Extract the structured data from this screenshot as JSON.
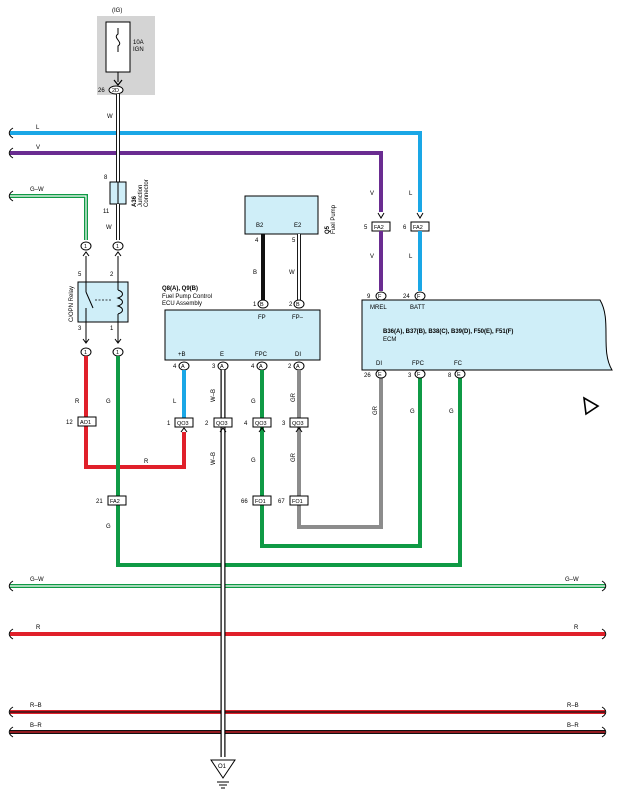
{
  "colors": {
    "light_blue": "#1aa7e6",
    "violet": "#6a2c91",
    "green": "#0f9a45",
    "red": "#e0202a",
    "gray": "#8c8c8c",
    "black": "#111111",
    "white_wire": "#ffffff",
    "component_fill": "#cfeef8",
    "fuse_area": "#d4d4d4"
  },
  "fuse": {
    "ig": "(IG)",
    "rating": "10A",
    "name": "IGN",
    "pin_left": "26",
    "pin_code": "2D"
  },
  "junction": {
    "code": "A36",
    "name": "Junction",
    "name2": "Connector",
    "pin_top": "8",
    "pin_bottom": "11"
  },
  "relay": {
    "name": "C/OPN Relay",
    "pins": {
      "p5": "5",
      "p2": "2",
      "p3": "3",
      "p1": "1"
    },
    "conn": "1"
  },
  "fuel_pump": {
    "code": "Q5",
    "name": "Fuel Pump",
    "pin_b2": "B2",
    "pin_e2": "E2",
    "p4": "4",
    "p5": "5",
    "p1": "1",
    "p2": "2",
    "conn": "B"
  },
  "fp_ecu": {
    "code": "Q8(A), Q9(B)",
    "name": "Fuel Pump Control",
    "name2": "ECU Assembly",
    "pins": {
      "fp": "FP",
      "fpm": "FP–",
      "b": "+B",
      "e": "E",
      "fpc": "FPC",
      "di": "DI"
    },
    "nums": {
      "p4": "4",
      "p3": "3",
      "p4b": "4",
      "p2": "2"
    },
    "conn_a": "A",
    "conn_b": "B"
  },
  "ecm": {
    "code": "B36(A), B37(B), B38(C), B39(D), F50(E), F51(F)",
    "name": "ECM",
    "pins": {
      "mrel": "MREL",
      "batt": "BATT",
      "di": "DI",
      "fpc": "FPC",
      "fc": "FC"
    },
    "nums": {
      "n9": "9",
      "n24": "24",
      "n26": "26",
      "n3": "3",
      "n8": "8"
    },
    "conn_f": "F",
    "conn_e": "E"
  },
  "connectors": {
    "fa2_mrel": {
      "code": "FA2",
      "pin": "5"
    },
    "fa2_batt": {
      "code": "FA2",
      "pin": "6"
    },
    "ao1": {
      "code": "AO1",
      "pin": "12"
    },
    "qo3_1": {
      "code": "QO3",
      "pin": "1"
    },
    "qo3_2": {
      "code": "QO3",
      "pin": "2"
    },
    "qo3_4": {
      "code": "QO3",
      "pin": "4"
    },
    "qo3_3": {
      "code": "QO3",
      "pin": "3"
    },
    "fa2_21": {
      "code": "FA2",
      "pin": "21"
    },
    "fo1_66": {
      "code": "FO1",
      "pin": "66"
    },
    "fo1_67": {
      "code": "FO1",
      "pin": "67"
    }
  },
  "wires": {
    "L": "L",
    "V": "V",
    "G_W": "G–W",
    "W": "W",
    "B": "B",
    "R": "R",
    "G": "G",
    "GR": "GR",
    "W_B": "W–B",
    "R_B": "R–B",
    "B_R": "B–R"
  },
  "ground": {
    "code": "O1"
  }
}
